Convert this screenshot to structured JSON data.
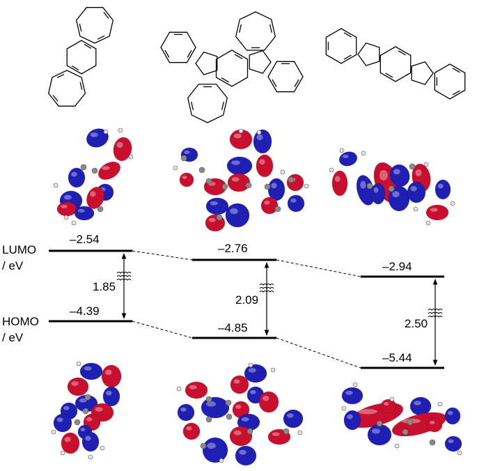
{
  "axis": {
    "lumo_label": "LUMO",
    "homo_label": "HOMO",
    "unit": "/ eV"
  },
  "molecules": [
    {
      "lumo": "–2.54",
      "homo": "–4.39",
      "gap": "1.85"
    },
    {
      "lumo": "–2.76",
      "homo": "–4.85",
      "gap": "2.09"
    },
    {
      "lumo": "–2.94",
      "homo": "–5.44",
      "gap": "2.50"
    }
  ],
  "colors": {
    "lobe_positive": "#c8102e",
    "lobe_negative": "#1f1fb4",
    "atom_carbon": "#8a8a8a",
    "atom_hydrogen": "#e6e6e6",
    "line": "#000000"
  }
}
